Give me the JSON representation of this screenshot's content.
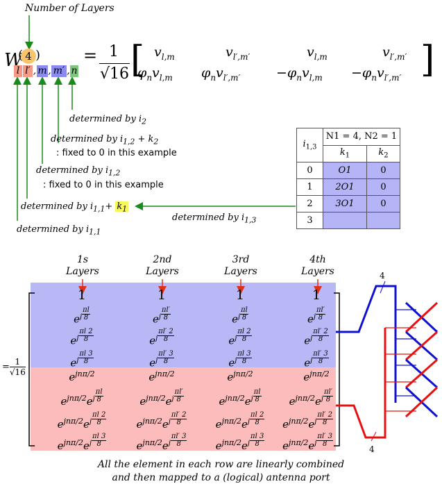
{
  "top_label": "Number of Layers",
  "W_symbol": "W",
  "layers_value": "4",
  "subscript": {
    "l": "l",
    "lp": "l′",
    "comma1": ",",
    "m": "m",
    "comma2": ",",
    "mp": "m′",
    "comma3": ",",
    "n": "n"
  },
  "equals": "=",
  "frac_num": "1",
  "frac_den": "√16",
  "matrix": {
    "row1": [
      "v_{l,m}",
      "v_{l′,m′}",
      "v_{l,m}",
      "v_{l′,m′}"
    ],
    "row1_text": [
      "v",
      "v",
      "v",
      "v"
    ],
    "row1_sub": [
      "l,m",
      "l′,m′",
      "l,m",
      "l′,m′"
    ],
    "row2_prefix": [
      "φ",
      "φ",
      "−φ",
      "−φ"
    ],
    "row2_sub": [
      "l,m",
      "l′,m′",
      "l,m",
      "l′,m′"
    ]
  },
  "annotations": {
    "n": "determined by i",
    "n_sub": "2",
    "mp": "determined by i",
    "mp_sub": "1,2",
    "mp_extra": " + k",
    "mp_extra_sub": "2",
    "mp_note": ": fixed to 0 in this example",
    "m": "determined by i",
    "m_sub": "1,2",
    "m_note": ": fixed to 0 in this example",
    "lp": "determined by i",
    "lp_sub": "1,1",
    "lp_plus": "+ ",
    "lp_k": "k",
    "lp_k_sub": "1",
    "l": "determined by i",
    "l_sub": "1,1",
    "i13": "determined by i",
    "i13_sub": "1,3"
  },
  "table": {
    "corner": "i",
    "corner_sub": "1,3",
    "header": "N1 = 4, N2 = 1",
    "k1": "k",
    "k1_sub": "1",
    "k2": "k",
    "k2_sub": "2",
    "rows": [
      {
        "i": "0",
        "k1": "O1",
        "k2": "0"
      },
      {
        "i": "1",
        "k1": "2O1",
        "k2": "0"
      },
      {
        "i": "2",
        "k1": "3O1",
        "k2": "0"
      },
      {
        "i": "3",
        "k1": "",
        "k2": ""
      }
    ]
  },
  "columns": [
    {
      "ord": "1s",
      "word": "Layers"
    },
    {
      "ord": "2nd",
      "word": "Layers"
    },
    {
      "ord": "3rd",
      "word": "Layers"
    },
    {
      "ord": "4th",
      "word": "Layers"
    }
  ],
  "big_matrix": {
    "one": "1",
    "e": "e",
    "j": "j",
    "ejnpi2": "e",
    "jnpi2": "jnπ/2",
    "pi": "π",
    "eight": "8",
    "exp_cols": [
      "l",
      "l′",
      "l",
      "l′"
    ],
    "exp_mults": [
      "",
      "2",
      "3"
    ]
  },
  "left_fraction": {
    "prefix": "=",
    "num": "1",
    "den": "√16"
  },
  "antenna_counts": {
    "top": "4",
    "bottom": "4"
  },
  "caption_line1": "All the element in each row are linearly combined",
  "caption_line2": "and then mapped to a (logical) antenna port",
  "colors": {
    "blue_band": "#b8b8f6",
    "pink_band": "#fdbcbc",
    "arrow_green": "#1a8a1a",
    "arrow_red": "#e0301a",
    "antenna_blue": "#1010d0",
    "antenna_red": "#e81010",
    "l_box": "#f59a86",
    "m_box": "#8a8af0",
    "n_box": "#7cc77c",
    "k1_highlight": "#f8f85a"
  }
}
